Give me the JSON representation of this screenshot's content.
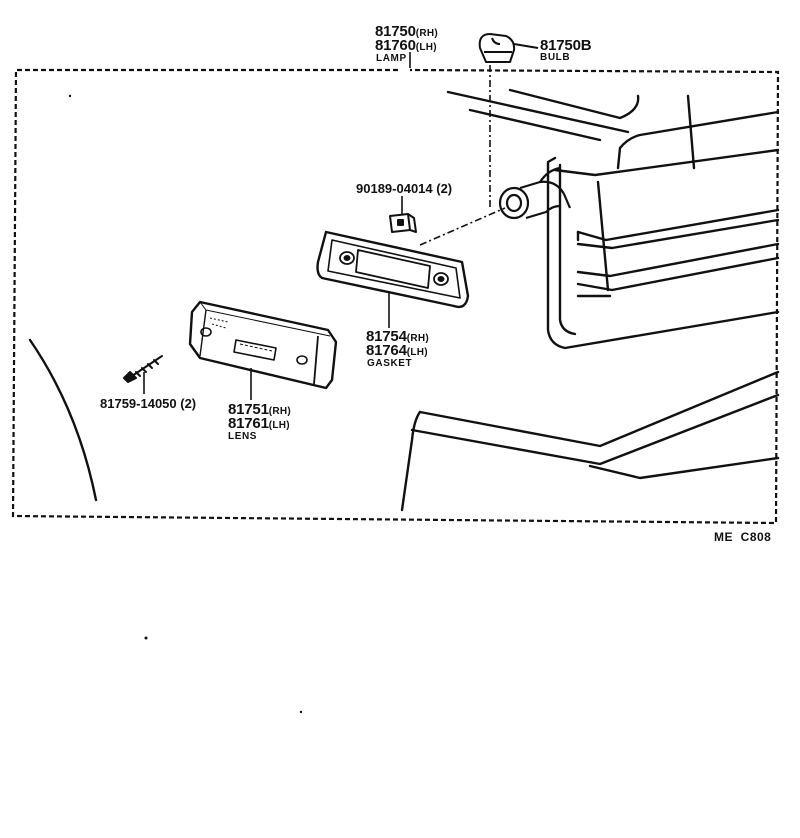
{
  "labels": {
    "lamp": {
      "pn_rh": "81750",
      "rh": "(RH)",
      "pn_lh": "81760",
      "lh": "(LH)",
      "name": "LAMP"
    },
    "bulb": {
      "pn": "81750B",
      "name": "BULB"
    },
    "nut": {
      "pn": "90189-04014 (2)"
    },
    "gasket": {
      "pn_rh": "81754",
      "rh": "(RH)",
      "pn_lh": "81764",
      "lh": "(LH)",
      "name": "GASKET"
    },
    "lens": {
      "pn_rh": "81751",
      "rh": "(RH)",
      "pn_lh": "81761",
      "lh": "(LH)",
      "name": "LENS"
    },
    "screw": {
      "pn": "81759-14050 (2)"
    }
  },
  "diagram_code": "ME  C808"
}
